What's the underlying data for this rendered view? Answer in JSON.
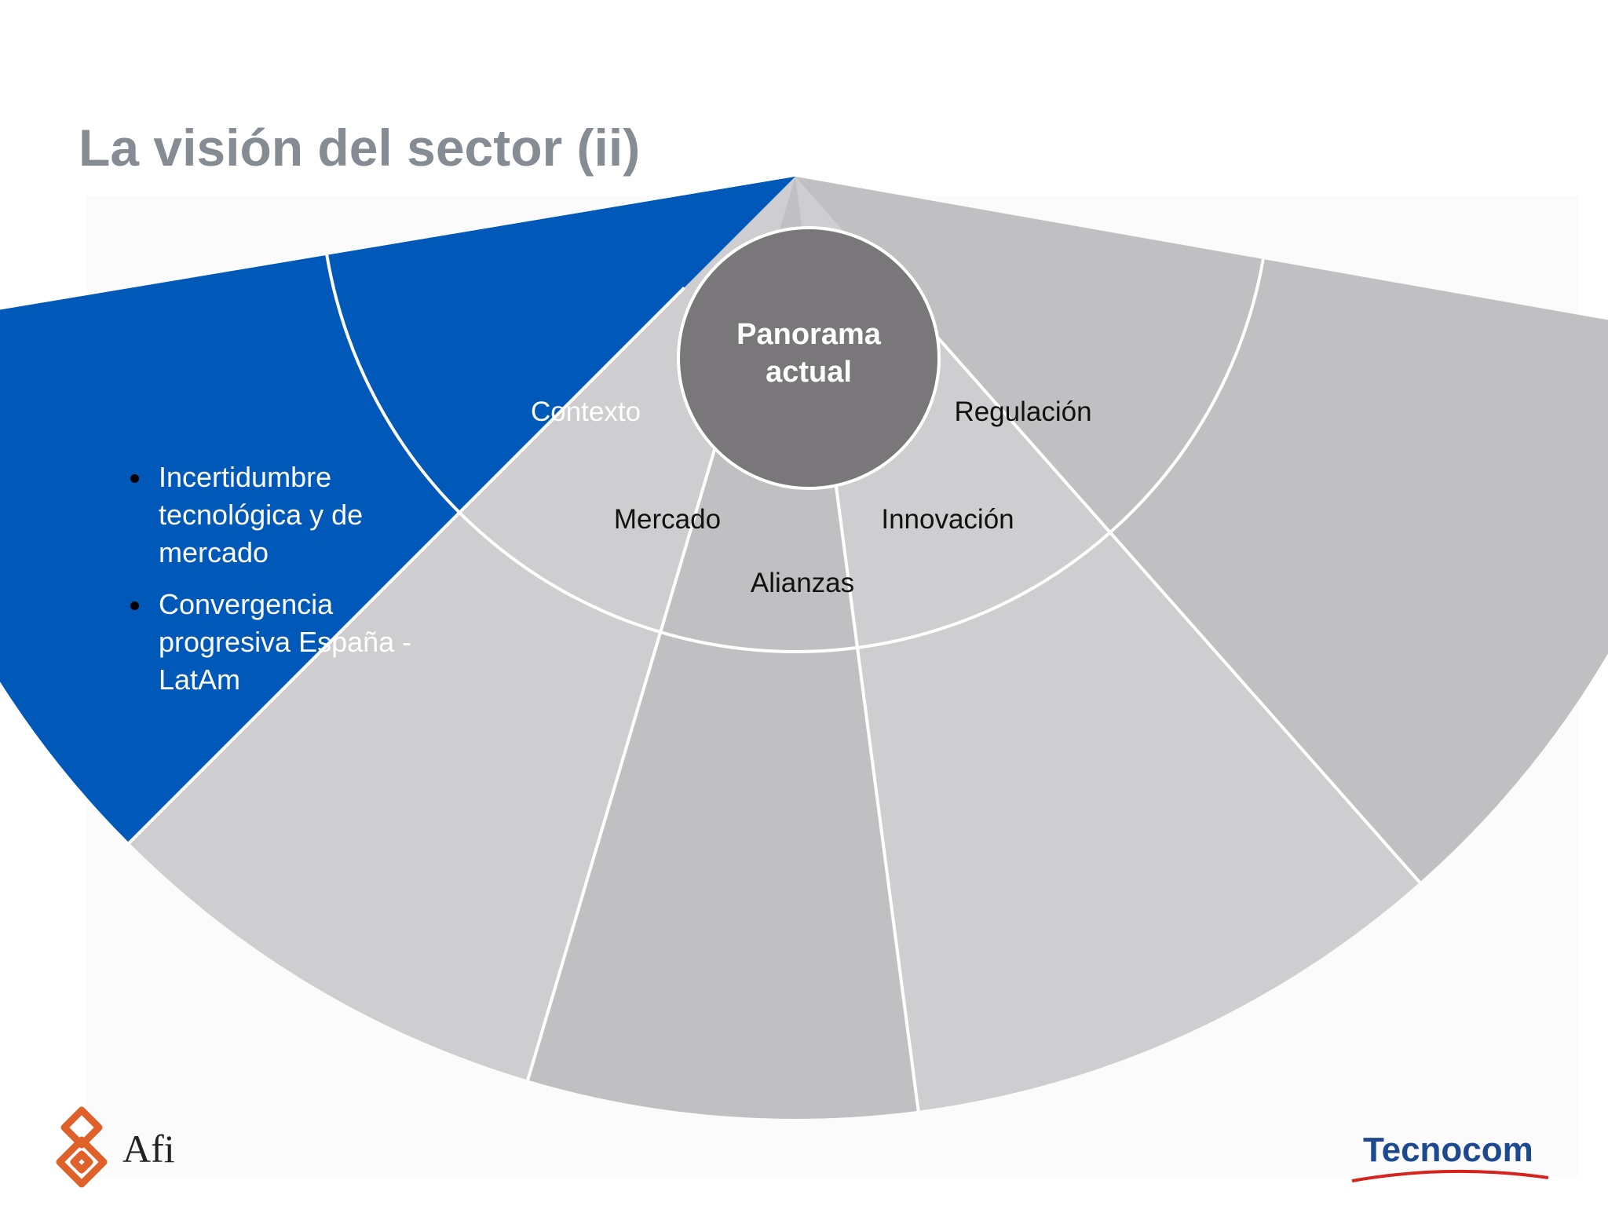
{
  "title": "La visión del sector (ii)",
  "hub": {
    "line1": "Panorama",
    "line2": "actual"
  },
  "segments": [
    {
      "label": "Contexto",
      "selected": true
    },
    {
      "label": "Mercado",
      "selected": false
    },
    {
      "label": "Alianzas",
      "selected": false
    },
    {
      "label": "Innovación",
      "selected": false
    },
    {
      "label": "Regulación",
      "selected": false
    }
  ],
  "selected_details": [
    "Incertidumbre tecnológica y de mercado",
    "Convergencia progresiva España - LatAm"
  ],
  "logos": {
    "left": "Afi",
    "right": "Tecnocom"
  },
  "colors": {
    "selected": "#0058b9",
    "gray_dark": "#c0bfc1",
    "gray_light": "#cecdd0",
    "hub": "#79777a",
    "title": "#858c93",
    "afi_orange": "#e0602a",
    "tecnocom_blue": "#1d4a8f",
    "tecnocom_red": "#d7231e"
  }
}
